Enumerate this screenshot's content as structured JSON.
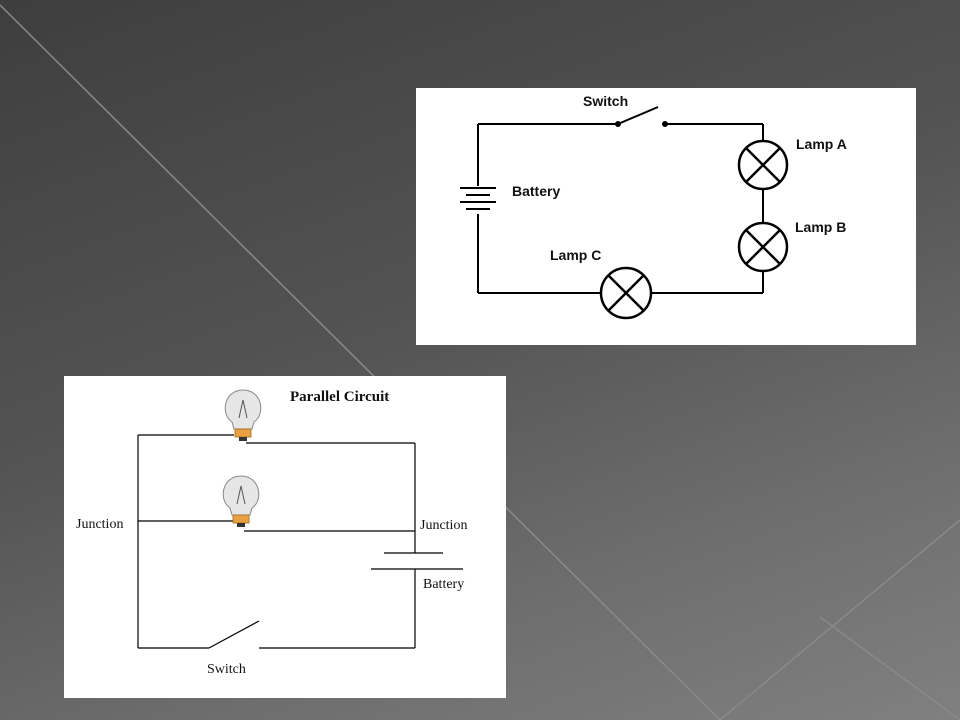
{
  "series_diagram": {
    "switch_label": "Switch",
    "battery_label": "Battery",
    "lamp_a_label": "Lamp A",
    "lamp_b_label": "Lamp B",
    "lamp_c_label": "Lamp C"
  },
  "parallel_diagram": {
    "title": "Parallel Circuit",
    "junction_left_label": "Junction",
    "junction_right_label": "Junction",
    "battery_label": "Battery",
    "switch_label": "Switch"
  },
  "colors": {
    "wire": "#000000",
    "bulb_glass": "#e8e8e8",
    "bulb_base": "#e8a040"
  }
}
